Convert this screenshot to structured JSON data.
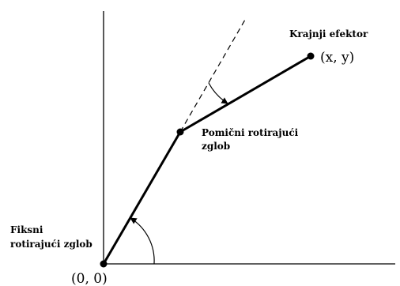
{
  "labels": {
    "end_effector": "Krajnji efektor",
    "end_effector_coord": "(x, y)",
    "moving_joint_line1": "Pomični rotirajući",
    "moving_joint_line2": "zglob",
    "fixed_joint_line1": "Fiksni",
    "fixed_joint_line2": "rotirajući zglob",
    "origin_coord": "(0, 0)"
  },
  "colors": {
    "stroke": "#000000",
    "background": "#ffffff"
  }
}
